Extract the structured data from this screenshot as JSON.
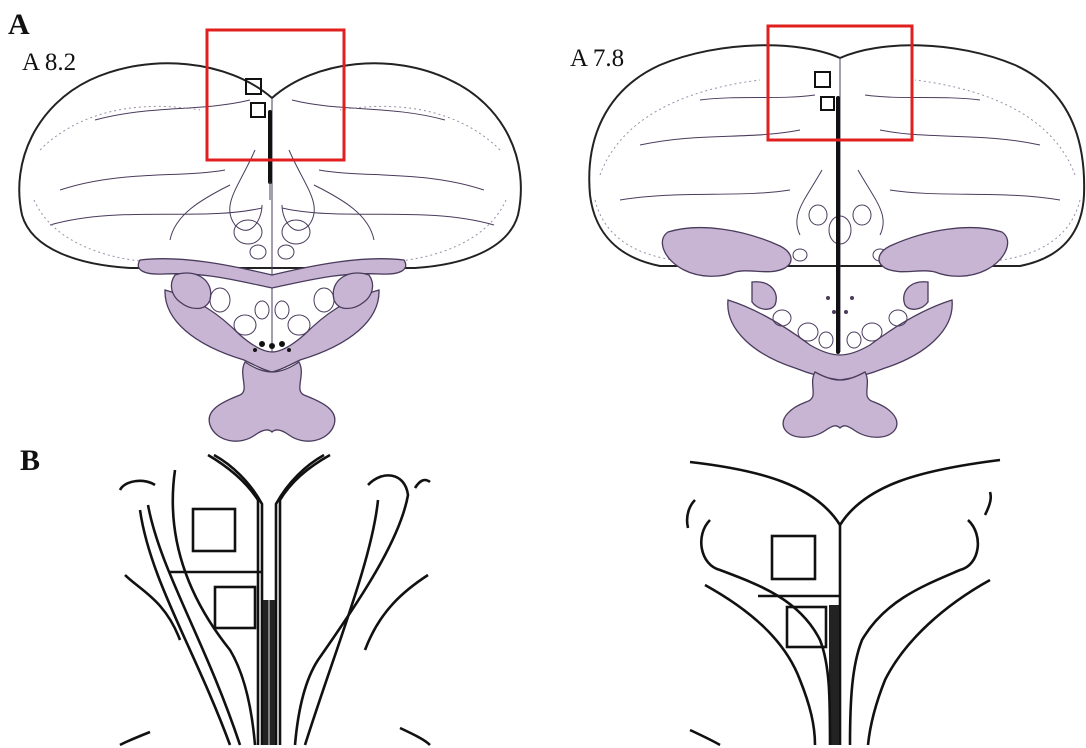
{
  "panels": {
    "a_label": "A",
    "b_label": "B"
  },
  "sections": {
    "left_coordinate": "A 8.2",
    "right_coordinate": "A 7.8"
  },
  "colors": {
    "highlight_box": "#e0201e",
    "tissue_fill": "#c7b5d3",
    "outline": "#222222"
  }
}
